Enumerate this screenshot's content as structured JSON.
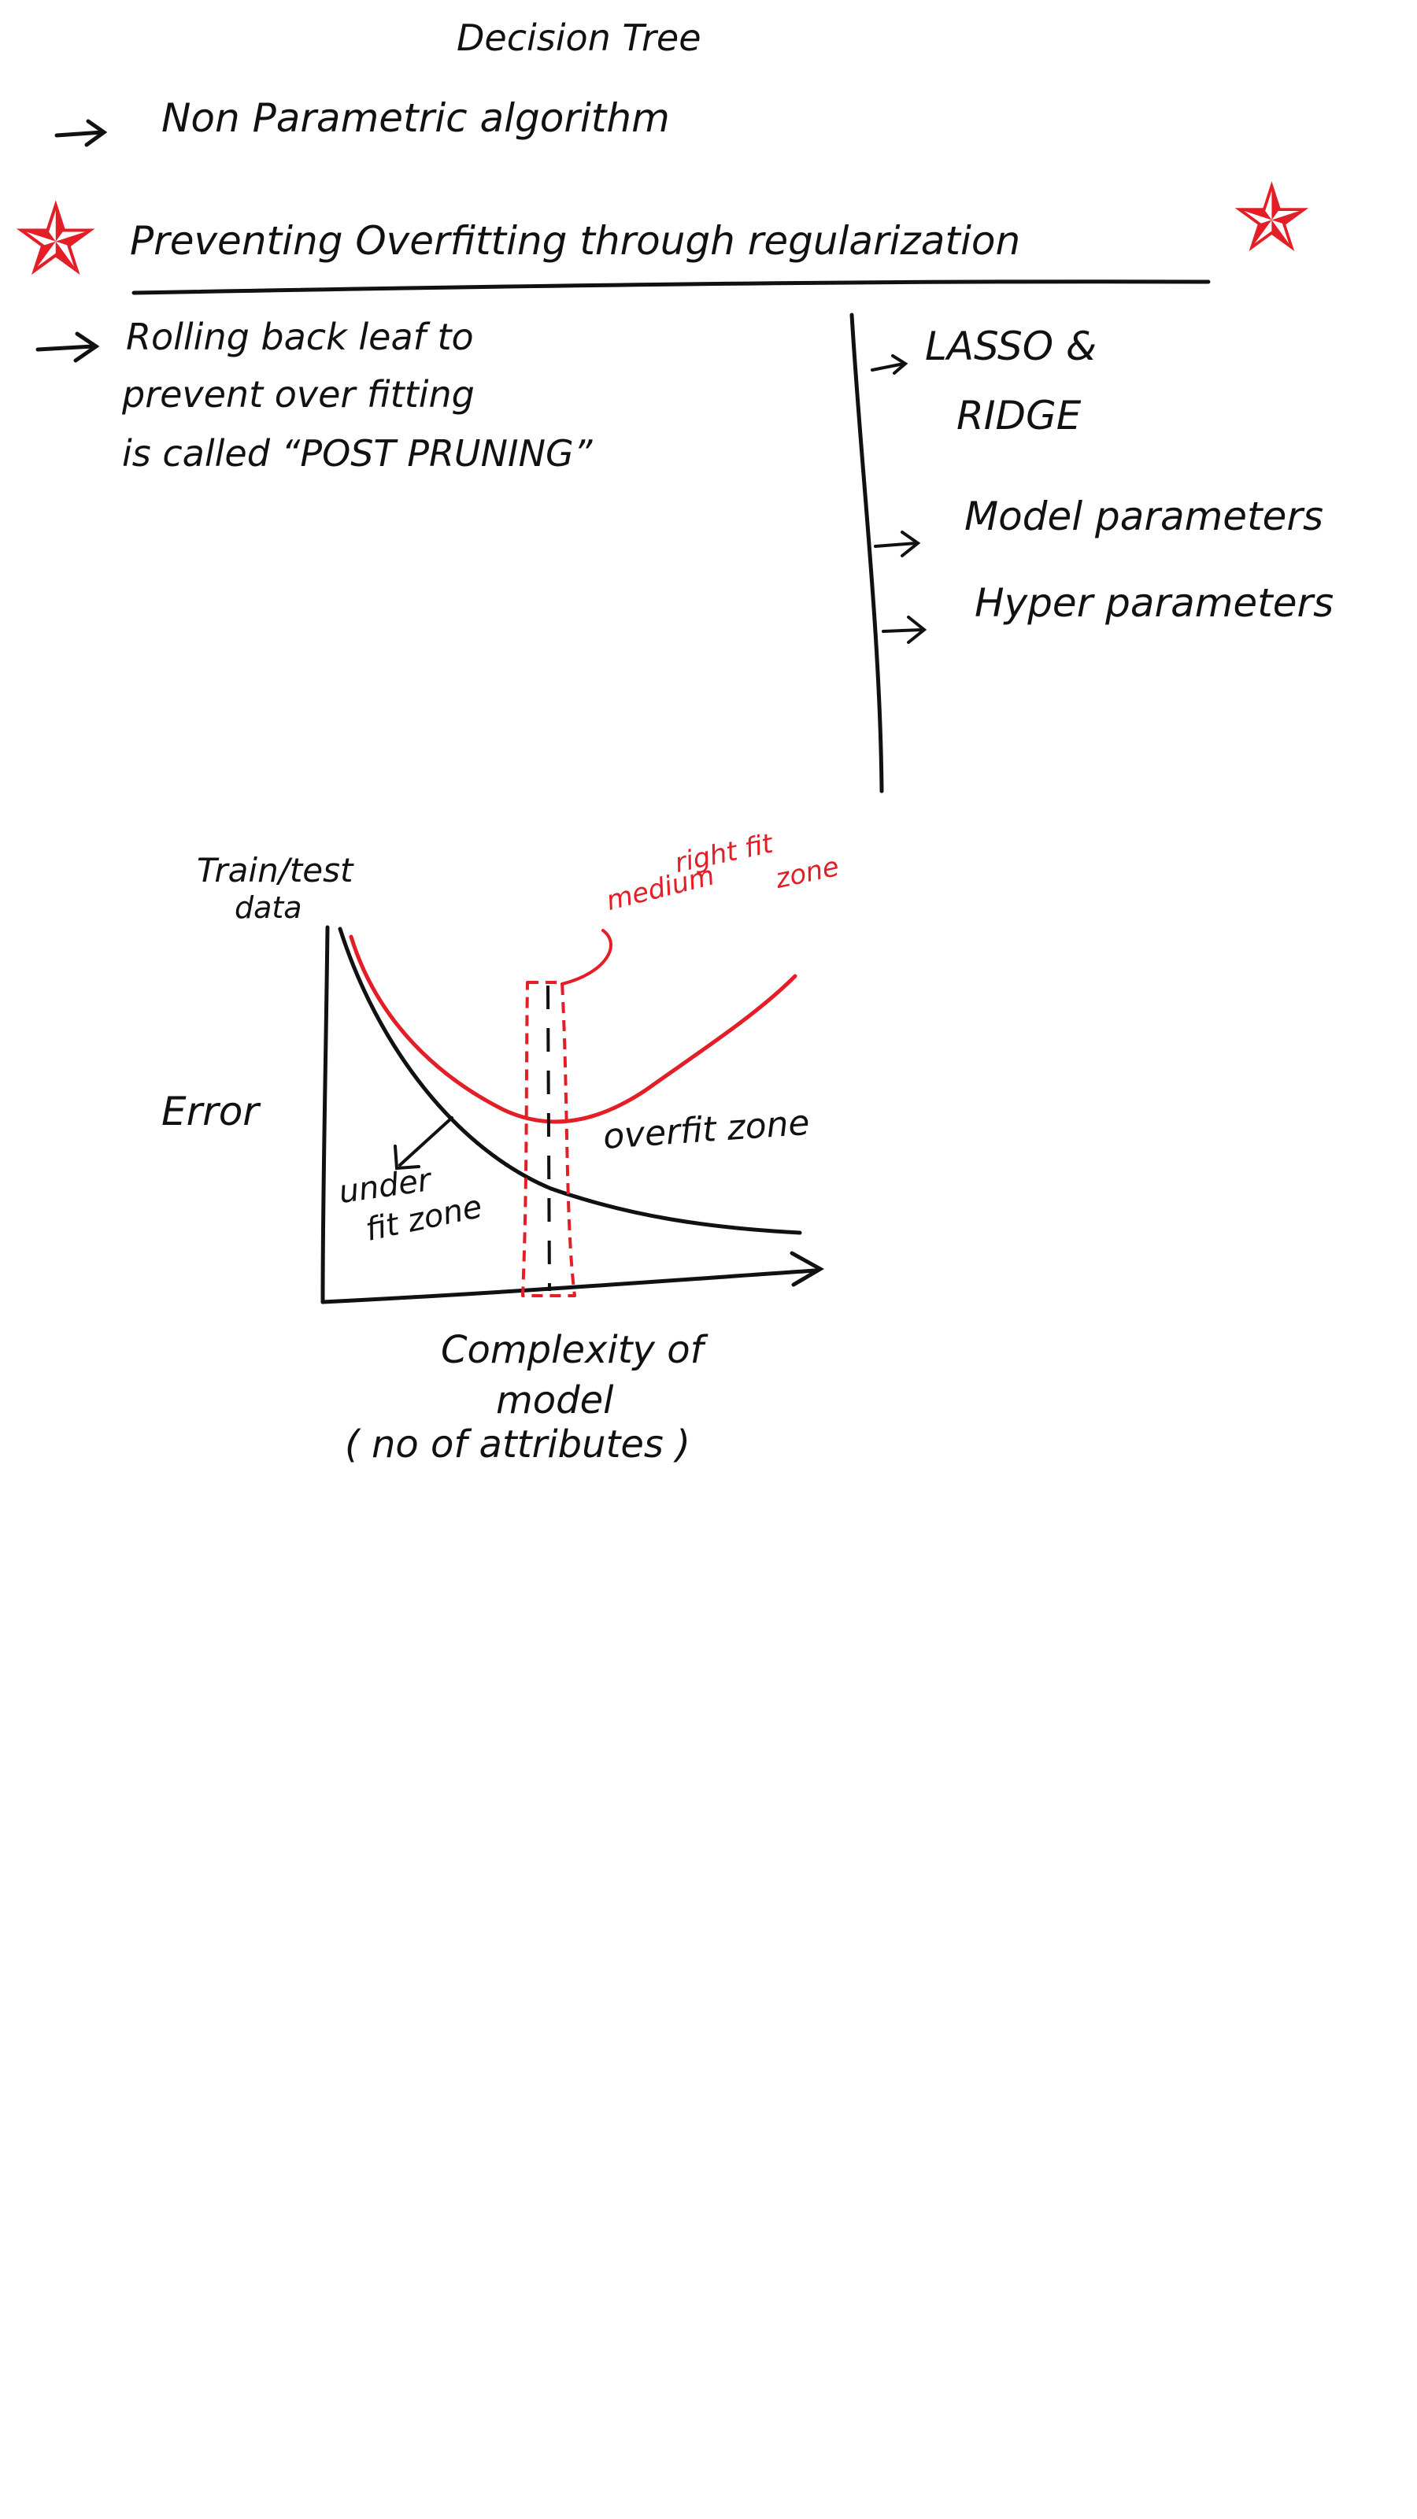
{
  "title": "Decision Tree",
  "note_nonparam": "Non Parametric algorithm",
  "star_glyph": "✯",
  "colors": {
    "ink": "#111111",
    "red": "#e41e26"
  },
  "heading": "Preventing Overfitting through regularization",
  "left_note": [
    "Rolling back leaf to",
    "prevent over fitting",
    "is called “POST PRUNING”"
  ],
  "right_notes": {
    "lasso": [
      "LASSO &",
      "RIDGE"
    ],
    "model_params": "Model parameters",
    "hyper_params": "Hyper parameters"
  },
  "graph": {
    "ylabel_top": "Train/test",
    "ylabel_bottom": "data",
    "ylabel_side": "Error",
    "xlabel": [
      "Complexity of",
      "model",
      "( no of attributes )"
    ],
    "zone_label": [
      "medium",
      "right fit",
      "zone"
    ],
    "overfit_label": "overfit zone",
    "underfit_label": [
      "under",
      "fit zone"
    ]
  }
}
